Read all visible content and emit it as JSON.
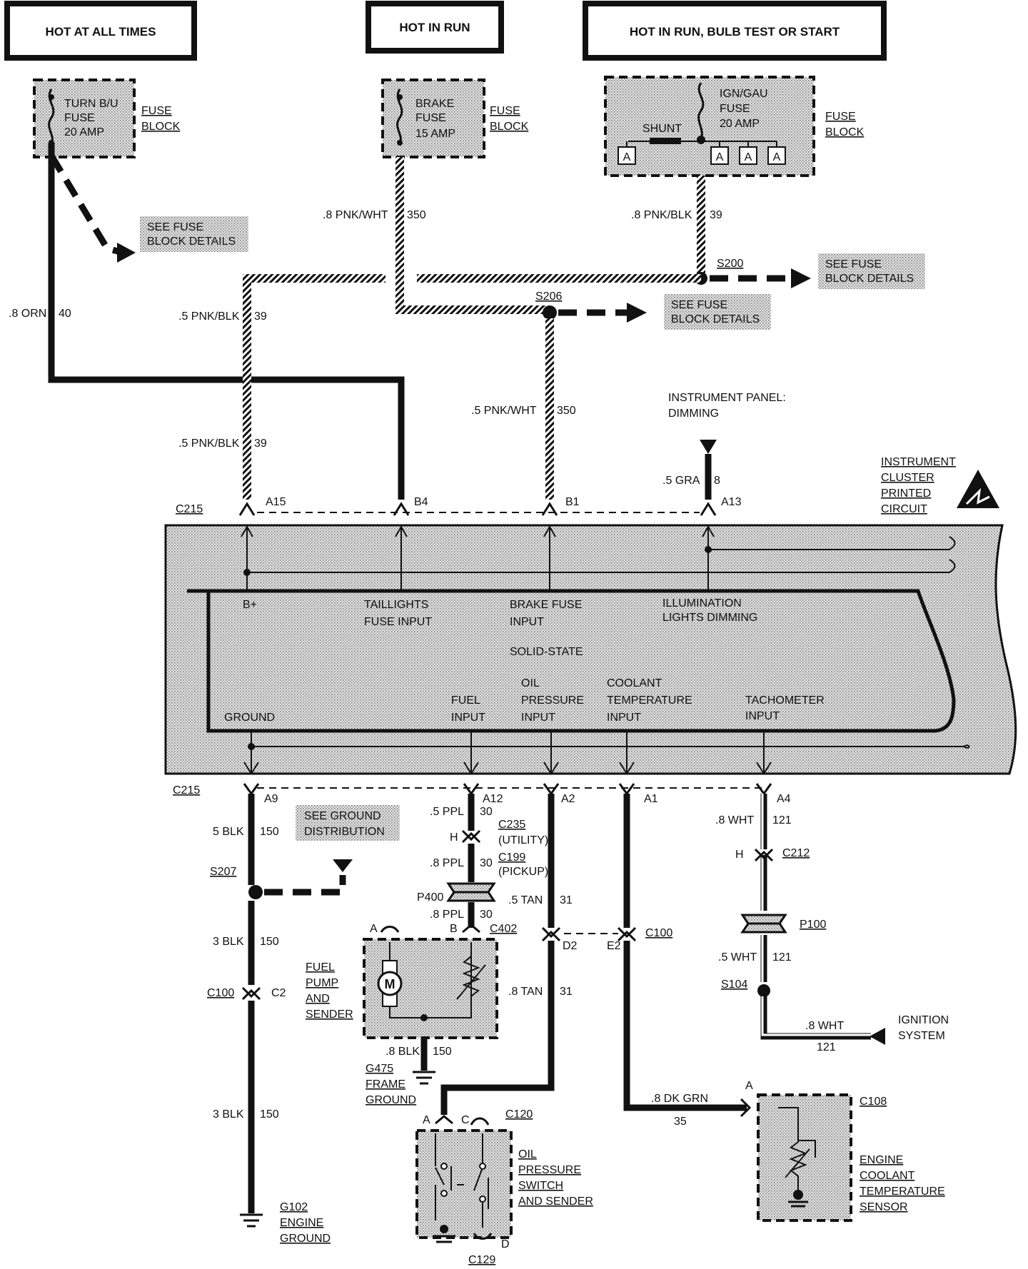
{
  "headers": {
    "hot_at_all_times": "HOT AT ALL TIMES",
    "hot_in_run": "HOT IN RUN",
    "hot_in_run_bulb": "HOT IN RUN, BULB TEST OR START"
  },
  "fuses": {
    "turn": {
      "l1": "TURN B/U",
      "l2": "FUSE",
      "l3": "20 AMP"
    },
    "brake": {
      "l1": "BRAKE",
      "l2": "FUSE",
      "l3": "15 AMP"
    },
    "ign": {
      "l1": "IGN/GAU",
      "l2": "FUSE",
      "l3": "20 AMP",
      "shunt": "SHUNT",
      "terminal": "A"
    },
    "fuse_block_l1": "FUSE",
    "fuse_block_l2": "BLOCK"
  },
  "see_fuse": {
    "l1": "SEE FUSE",
    "l2": "BLOCK DETAILS"
  },
  "wires": {
    "w350_top": ".8  PNK/WHT",
    "c350": "350",
    "w39_top": ".8 PNK/BLK",
    "c39": "39",
    "w40": ".8 ORN",
    "c40": "40",
    "w39a": ".5 PNK/BLK",
    "w350b": ".5  PNK/WHT",
    "w8": ".5 GRA",
    "c8": "8",
    "w150a": "5 BLK",
    "c150": "150",
    "w150b": "3 BLK",
    "w150c": "3 BLK",
    "w30a": ".5 PPL",
    "c30": "30",
    "w30b": ".8 PPL",
    "w30c": ".8 PPL",
    "w31a": ".5 TAN",
    "c31": "31",
    "w31b": ".8 TAN",
    "w150d": ".8 BLK",
    "w121a": ".8 WHT",
    "c121": "121",
    "w121b": ".5 WHT",
    "w121c": ".8 WHT",
    "w35": ".8 DK GRN",
    "c35": "35"
  },
  "splices": {
    "s200": "S200",
    "s206": "S206",
    "s207": "S207",
    "s104": "S104"
  },
  "ip_dimming": {
    "l1": "INSTRUMENT PANEL:",
    "l2": "DIMMING"
  },
  "connectors": {
    "c215": "C215",
    "a15": "A15",
    "b4": "B4",
    "b1": "B1",
    "a13": "A13",
    "a9": "A9",
    "a12": "A12",
    "a2": "A2",
    "a1": "A1",
    "a4": "A4",
    "c235": "C235",
    "c235_sub": "(UTILITY)",
    "c199": "C199",
    "c199_sub": "(PICKUP)",
    "h": "H",
    "p400": "P400",
    "p100": "P100",
    "c212": "C212",
    "c402": "C402",
    "a": "A",
    "b": "B",
    "c100": "C100",
    "c2": "C2",
    "d2": "D2",
    "e2": "E2",
    "c120": "C120",
    "c": "C",
    "d": "D",
    "c129": "C129",
    "c108": "C108"
  },
  "cluster": {
    "title_l1": "INSTRUMENT",
    "title_l2": "CLUSTER",
    "title_l3": "PRINTED",
    "title_l4": "CIRCUIT",
    "bplus": "B+",
    "tail_l1": "TAILLIGHTS",
    "tail_l2": "FUSE INPUT",
    "brake_l1": "BRAKE FUSE",
    "brake_l2": "INPUT",
    "illum_l1": "ILLUMINATION",
    "illum_l2": "LIGHTS DIMMING",
    "solid": "SOLID-STATE",
    "ground": "GROUND",
    "fuel_l1": "FUEL",
    "fuel_l2": "INPUT",
    "oil_l1": "OIL",
    "oil_l2": "PRESSURE",
    "oil_l3": "INPUT",
    "cool_l1": "COOLANT",
    "cool_l2": "TEMPERATURE",
    "cool_l3": "INPUT",
    "tach_l1": "TACHOMETER",
    "tach_l2": "INPUT"
  },
  "see_ground": {
    "l1": "SEE GROUND",
    "l2": "DISTRIBUTION"
  },
  "fuel_pump": {
    "l1": "FUEL",
    "l2": "PUMP",
    "l3": "AND",
    "l4": "SENDER",
    "motor": "M"
  },
  "g475": {
    "l1": "G475",
    "l2": "FRAME",
    "l3": "GROUND"
  },
  "g102": {
    "l1": "G102",
    "l2": "ENGINE",
    "l3": "GROUND"
  },
  "oil_switch": {
    "l1": "OIL",
    "l2": "PRESSURE",
    "l3": "SWITCH",
    "l4": "AND SENDER"
  },
  "ignition": {
    "l1": "IGNITION",
    "l2": "SYSTEM"
  },
  "coolant_sensor": {
    "l1": "ENGINE",
    "l2": "COOLANT",
    "l3": "TEMPERATURE",
    "l4": "SENSOR"
  }
}
